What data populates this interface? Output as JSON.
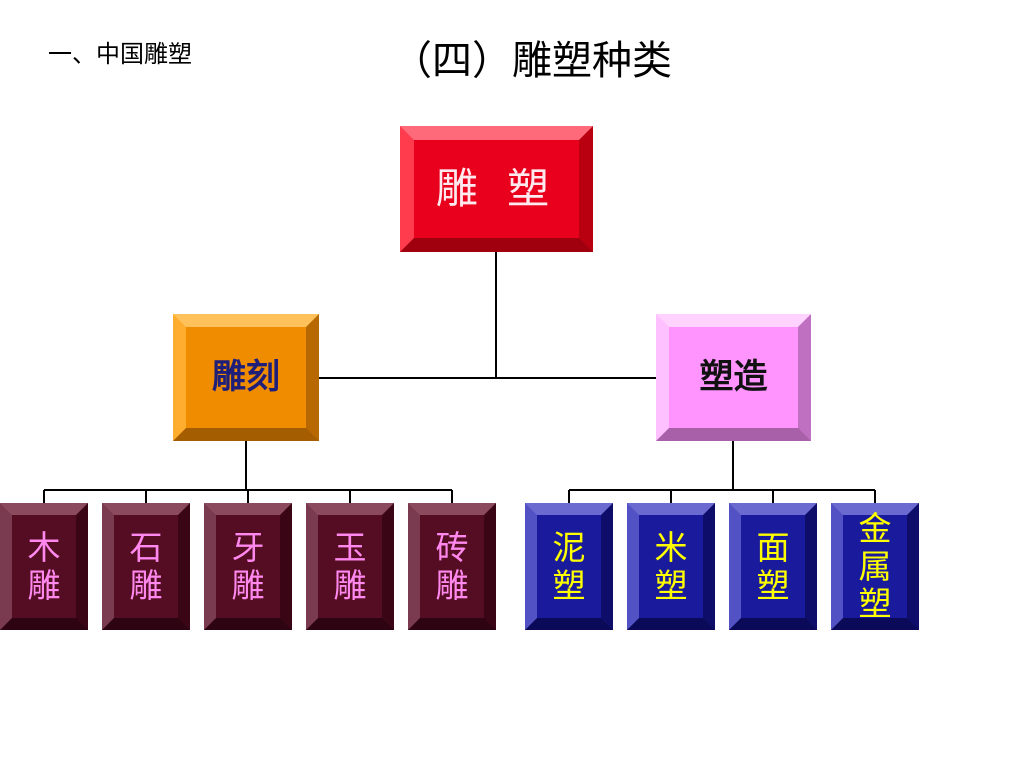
{
  "header": {
    "section": "一、中国雕塑",
    "title": "（四）雕塑种类"
  },
  "tree": {
    "root": "雕 塑",
    "branches": [
      {
        "label": "雕刻",
        "children": [
          "木雕",
          "石雕",
          "牙雕",
          "玉雕",
          "砖雕"
        ]
      },
      {
        "label": "塑造",
        "children": [
          "泥塑",
          "米塑",
          "面塑",
          "金属塑"
        ]
      }
    ]
  },
  "colors": {
    "root": "#e8001c",
    "carving": "#f08c00",
    "modeling": "#ff94ff",
    "carving_leaves": "#550d24",
    "modeling_leaves": "#1a1a9c",
    "carving_leaf_text": "#ff88ee",
    "modeling_leaf_text": "#ffff00"
  }
}
